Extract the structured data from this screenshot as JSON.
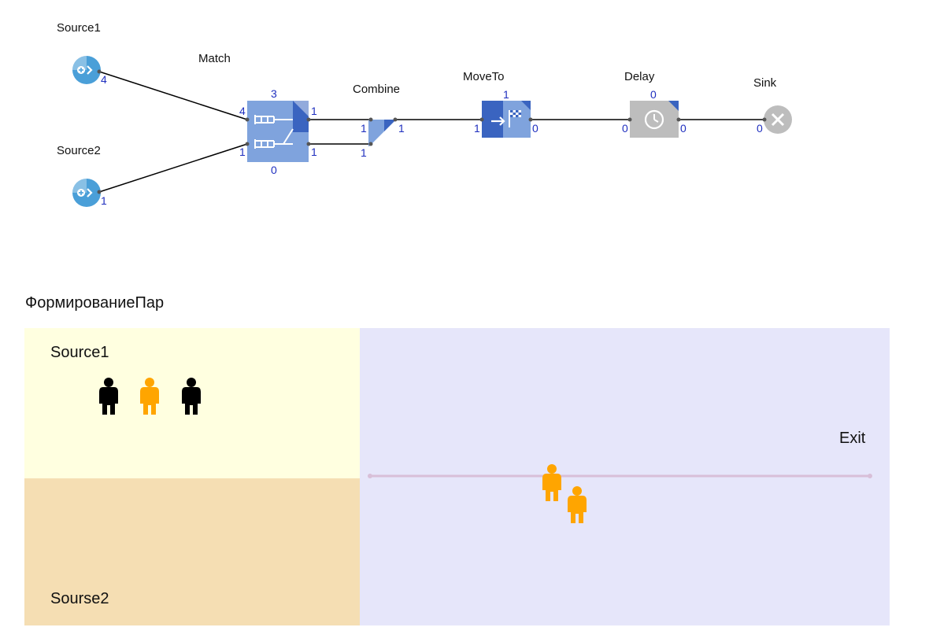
{
  "flowchart": {
    "source1": {
      "label": "Source1",
      "out": "4"
    },
    "source2": {
      "label": "Source2",
      "out": "1"
    },
    "match": {
      "label": "Match",
      "top": "3",
      "bottom": "0",
      "in1": "4",
      "in2": "1",
      "out1": "1",
      "out2": "1"
    },
    "combine": {
      "label": "Combine",
      "in1": "1",
      "in2": "1",
      "out": "1"
    },
    "moveto": {
      "label": "MoveTo",
      "top": "1",
      "in": "1",
      "out": "0"
    },
    "delay": {
      "label": "Delay",
      "top": "0",
      "in": "0",
      "out": "0"
    },
    "sink": {
      "label": "Sink",
      "in": "0"
    }
  },
  "animation": {
    "title": "ФормированиеПар",
    "zone_source1_label": "Source1",
    "zone_source2_label": "Sourse2",
    "exit_label": "Exit",
    "colors": {
      "zone_source1": "#ffffe0",
      "zone_source2": "#f5deb3",
      "zone_main": "#e6e6fa",
      "path": "#d8bfd8",
      "agent_black": "#000000",
      "agent_orange": "#ffa500"
    },
    "queue_agent_colors": [
      "black",
      "orange",
      "black"
    ],
    "moving_agent_colors": [
      "orange",
      "orange"
    ]
  },
  "icons": [
    "source-icon",
    "match-icon",
    "combine-icon",
    "moveto-icon",
    "delay-clock-icon",
    "sink-close-icon",
    "person-icon"
  ]
}
